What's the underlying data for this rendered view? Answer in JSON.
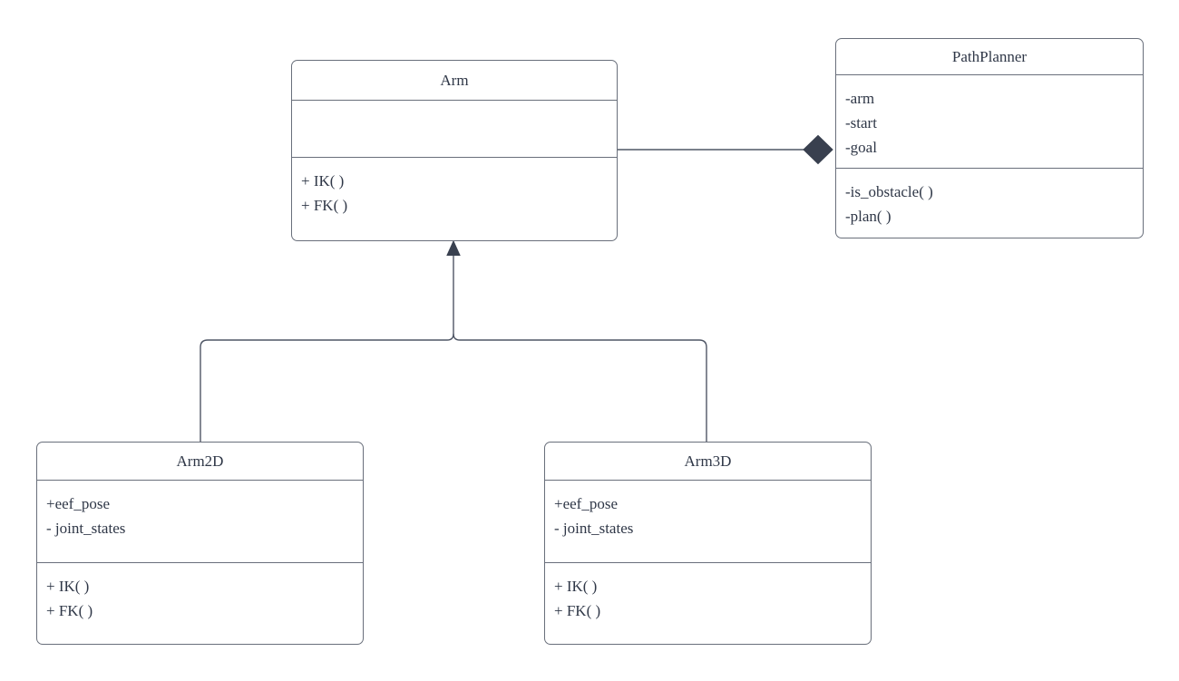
{
  "diagram": {
    "type": "uml-class-diagram",
    "background": "#ffffff",
    "colors": {
      "box_border": "#696f7b",
      "connector_line": "#4f5665",
      "marker_fill": "#39404f",
      "text": "#2f3747"
    },
    "classes": [
      {
        "name": "Arm",
        "attributes": [],
        "methods": [
          "+ IK( )",
          "+ FK( )"
        ]
      },
      {
        "name": "PathPlanner",
        "attributes": [
          "-arm",
          "-start",
          "-goal"
        ],
        "methods": [
          "-is_obstacle( )",
          "-plan( )"
        ]
      },
      {
        "name": "Arm2D",
        "attributes": [
          "+eef_pose",
          "- joint_states"
        ],
        "methods": [
          "+ IK( )",
          "+ FK( )"
        ]
      },
      {
        "name": "Arm3D",
        "attributes": [
          "+eef_pose",
          "- joint_states"
        ],
        "methods": [
          "+ IK( )",
          "+ FK( )"
        ]
      }
    ],
    "edges": [
      {
        "type": "aggregation",
        "from": "Arm",
        "to": "PathPlanner",
        "marker": "filled-diamond-at-pathplanner"
      },
      {
        "type": "inheritance",
        "from": "Arm2D",
        "to": "Arm",
        "marker": "filled-triangle-at-arm"
      },
      {
        "type": "inheritance",
        "from": "Arm3D",
        "to": "Arm",
        "marker": "filled-triangle-at-arm"
      }
    ]
  }
}
